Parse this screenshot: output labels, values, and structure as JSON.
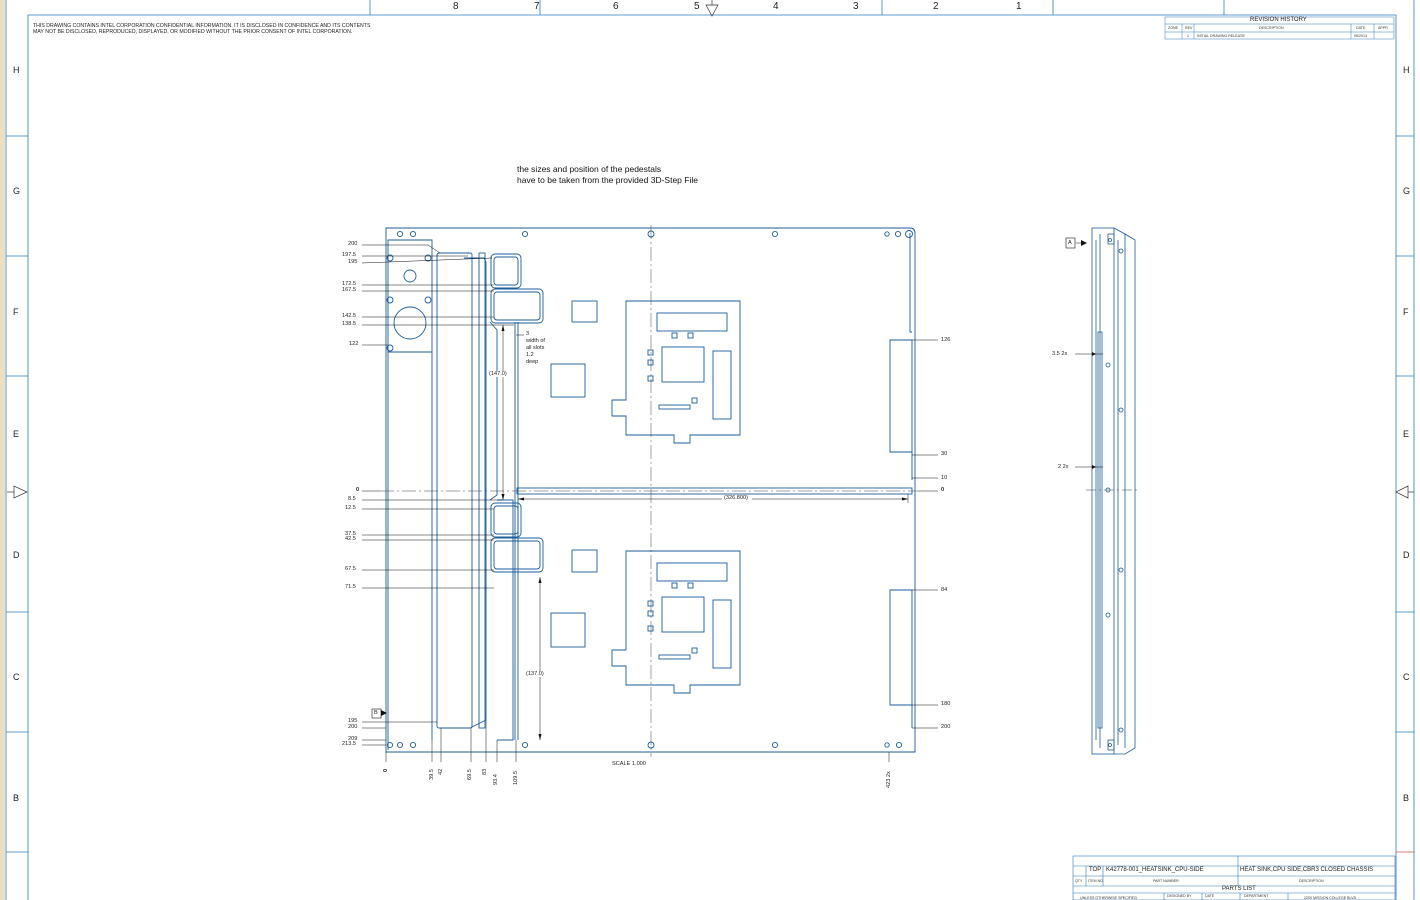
{
  "notice": {
    "line1": "THIS DRAWING CONTAINS INTEL CORPORATION CONFIDENTIAL INFORMATION. IT IS DISCLOSED IN CONFIDENCE AND ITS CONTENTS",
    "line2": "MAY NOT BE DISCLOSED, REPRODUCED, DISPLAYED, OR MODIFIED WITHOUT THE PRIOR CONSENT OF INTEL CORPORATION."
  },
  "zones": {
    "columns": [
      "8",
      "7",
      "6",
      "5",
      "4",
      "3",
      "2",
      "1"
    ],
    "rows": [
      "H",
      "G",
      "F",
      "E",
      "D",
      "C",
      "B"
    ]
  },
  "revision_history": {
    "title": "REVISION HISTORY",
    "headers": [
      "ZONE",
      "REV",
      "DESCRIPTION",
      "DATE",
      "APPR"
    ],
    "row": {
      "zone": "",
      "rev": "1",
      "description": "INITIAL DRAWING RELEASE",
      "date": "06/2013",
      "appr": ""
    }
  },
  "note": {
    "line1": "the sizes and position of the pedestals",
    "line2": "have to be taken from the provided 3D-Step File"
  },
  "dims_left": {
    "top": [
      "200",
      "197.5",
      "195",
      "172.5",
      "167.5",
      "142.5",
      "138.5",
      "122"
    ],
    "zero": "0",
    "bottom": [
      "8.5",
      "12.5",
      "37.5",
      "42.5",
      "67.5",
      "71.5",
      "195",
      "200",
      "209",
      "213.5"
    ]
  },
  "dims_right": [
    "126",
    "30",
    "10",
    "0",
    "84",
    "180",
    "200"
  ],
  "dims_bottom": [
    "0",
    "39.5",
    "42",
    "69.5",
    "83",
    "93.4",
    "109.5",
    "423 2x"
  ],
  "annotations": {
    "slot_note": [
      "3",
      "width of",
      "all slots",
      "1.2",
      "deep"
    ],
    "dim_147": "(147.0)",
    "dim_137": "(137.0)",
    "dim_326": "(326.800)",
    "scale": "SCALE  1.000",
    "datum_a": "A",
    "datum_b": "B",
    "side_35": "3.5 2x",
    "side_2": "2 2x"
  },
  "title_block": {
    "row1": {
      "qty": "",
      "item": "TOP",
      "part_number": "K42778-001_HEATSINK_CPU-SIDE",
      "description": "HEAT SINK,CPU SIDE,CBR3 CLOSED CHASSIS"
    },
    "headers": {
      "qty": "QTY",
      "item": "ITEM NO",
      "part_number": "PART NUMBER",
      "description": "DESCRIPTION"
    },
    "parts_list": "PARTS LIST",
    "footer": [
      "UNLESS OTHERWISE SPECIFIED",
      "DESIGNED BY",
      "DATE",
      "DEPARTMENT",
      "2200 MISSION COLLEGE BLVD"
    ]
  },
  "colors": {
    "border": "#2a7bc0",
    "part": "#1b5c9c",
    "dim_line": "#111111"
  }
}
